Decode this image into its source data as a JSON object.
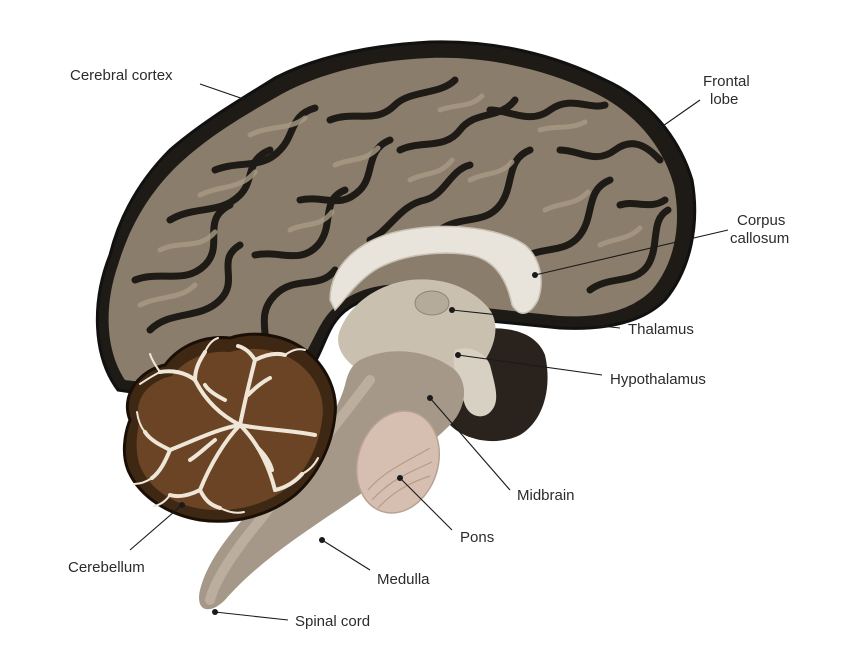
{
  "labels": {
    "cerebral_cortex": "Cerebral cortex",
    "frontal_lobe_1": "Frontal",
    "frontal_lobe_2": "lobe",
    "corpus_callosum_1": "Corpus",
    "corpus_callosum_2": "callosum",
    "thalamus": "Thalamus",
    "hypothalamus": "Hypothalamus",
    "midbrain": "Midbrain",
    "pons": "Pons",
    "cerebellum": "Cerebellum",
    "medulla": "Medulla",
    "spinal_cord": "Spinal cord"
  },
  "colors": {
    "cortex": "#8b7d6b",
    "cortex_dark": "#1e1a16",
    "cortex_light": "#a89a85",
    "corpus_callosum": "#e8e4dc",
    "brainstem": "#a59888",
    "pons": "#d6bfb0",
    "cerebellum": "#5a3a20",
    "cerebellum_branch": "#efe6d8"
  }
}
